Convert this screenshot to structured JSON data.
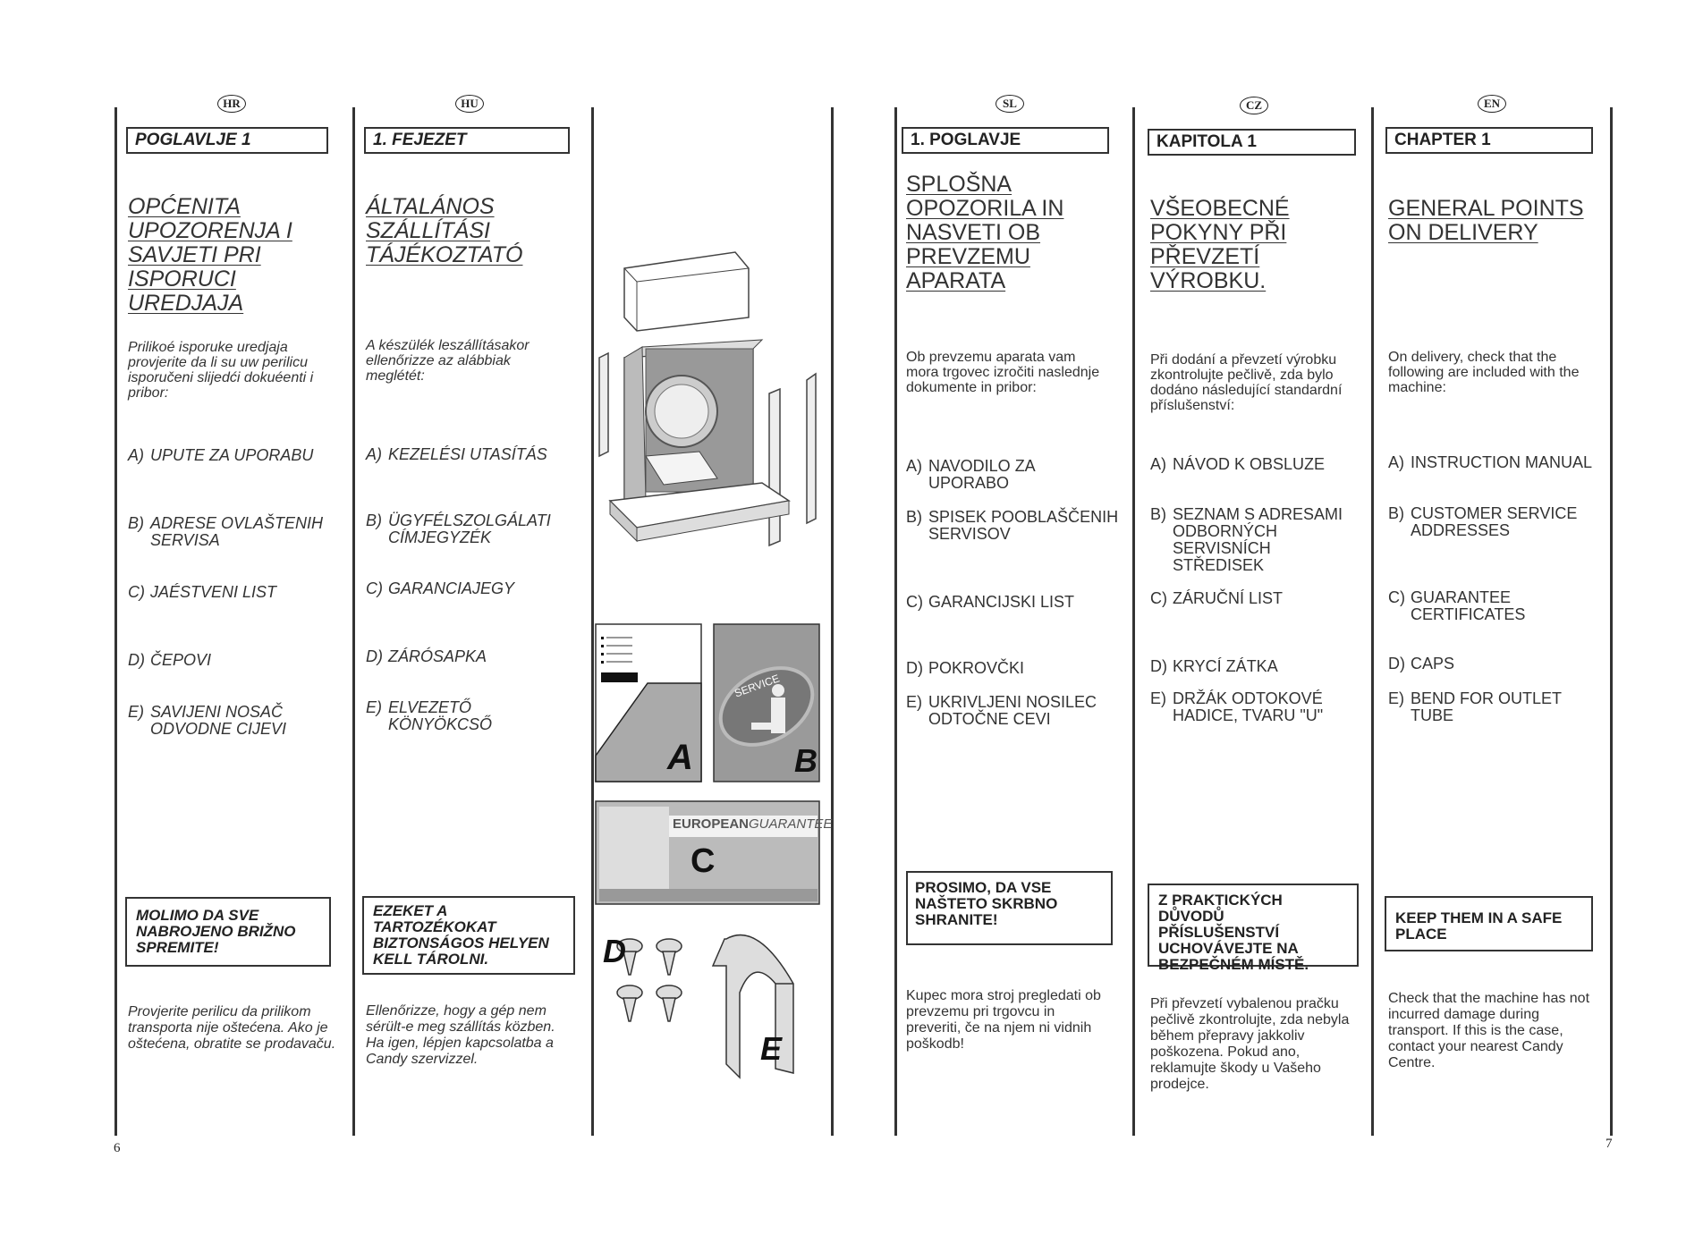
{
  "page_numbers": {
    "left": "6",
    "right": "7"
  },
  "columns": [
    {
      "lang": "HR",
      "chapter": "POGLAVLJE  1",
      "heading": "OPĆENITA UPOZORENJA I SAVJETI PRI ISPORUCI UREDJAJA",
      "intro": "Prilikoé isporuke uredjaja provjerite da li su uw perilicu isporučeni slijedći  dokuéenti i pribor:",
      "items": [
        {
          "letter": "A)",
          "text": "UPUTE ZA UPORABU"
        },
        {
          "letter": "B)",
          "text": "ADRESE OVLAŠTENIH SERVISA"
        },
        {
          "letter": "C)",
          "text": "JAÉSTVENI LIST"
        },
        {
          "letter": "D)",
          "text": "ČEPOVI"
        },
        {
          "letter": "E)",
          "text": "SAVIJENI NOSAČ ODVODNE CIJEVI"
        }
      ],
      "box": "MOLIMO DA SVE NABROJENO BRIŽNO SPREMITE!",
      "bottom": "Provjerite perilicu da prilikom transporta nije oštećena. Ako je oštećena, obratite se prodavaču."
    },
    {
      "lang": "HU",
      "chapter": "1. FEJEZET",
      "heading": "ÁLTALÁNOS SZÁLLÍTÁSI TÁJÉKOZTATÓ",
      "intro": "A készülék leszállításakor ellenőrizze az alábbiak meglétét:",
      "items": [
        {
          "letter": "A)",
          "text": "KEZELÉSI UTASÍTÁS"
        },
        {
          "letter": "B)",
          "text": "ÜGYFÉLSZOLGÁLATI CÍMJEGYZÉK"
        },
        {
          "letter": "C)",
          "text": "GARANCIAJEGY"
        },
        {
          "letter": "D)",
          "text": "ZÁRÓSAPKA"
        },
        {
          "letter": "E)",
          "text": "ELVEZETŐ KÖNYÖKCSŐ"
        }
      ],
      "box": "EZEKET A TARTOZÉKOKAT BIZTONSÁGOS HELYEN KELL TÁROLNI.",
      "bottom": "Ellenőrizze, hogy a gép nem sérült-e meg szállítás közben. Ha igen, lépjen kapcsolatba a Candy szervizzel."
    },
    {
      "lang": "SL",
      "chapter": "1. POGLAVJE",
      "heading": "SPLOŠNA OPOZORILA IN NASVETI OB PREVZEMU APARATA",
      "intro": "Ob prevzemu aparata vam mora trgovec izročiti naslednje dokumente in pribor:",
      "items": [
        {
          "letter": "A)",
          "text": "NAVODILO ZA UPORABO"
        },
        {
          "letter": "B)",
          "text": "SPISEK POOBLAŠČENIH SERVISOV"
        },
        {
          "letter": "C)",
          "text": "GARANCIJSKI LIST"
        },
        {
          "letter": "D)",
          "text": "POKROVČKI"
        },
        {
          "letter": "E)",
          "text": "UKRIVLJENI NOSILEC ODTOČNE CEVI"
        }
      ],
      "box": "PROSIMO, DA VSE NAŠTETO SKRBNO SHRANITE!",
      "bottom": "Kupec mora stroj pregledati ob prevzemu pri trgovcu in preveriti, če na njem ni vidnih poškodb!"
    },
    {
      "lang": "CZ",
      "chapter": "KAPITOLA 1",
      "heading": "VŠEOBECNÉ POKYNY PŘI PŘEVZETÍ VÝROBKU.",
      "intro": "Při dodání a převzetí výrobku zkontrolujte pečlivě, zda bylo dodáno následující standardní příslušenství:",
      "items": [
        {
          "letter": "A)",
          "text": "NÁVOD K OBSLUZE"
        },
        {
          "letter": "B)",
          "text": "SEZNAM S ADRESAMI ODBORNÝCH SERVISNÍCH STŘEDISEK"
        },
        {
          "letter": "C)",
          "text": "ZÁRUČNÍ LIST"
        },
        {
          "letter": "D)",
          "text": "KRYCÍ ZÁTKA"
        },
        {
          "letter": "E)",
          "text": "DRŽÁK ODTOKOVÉ HADICE, TVARU \"U\""
        }
      ],
      "box": "Z PRAKTICKÝCH DŮVODŮ PŘÍSLUŠENSTVÍ UCHOVÁVEJTE NA BEZPEČNÉM MÍSTĚ.",
      "bottom": "Při převzetí vybalenou pračku pečlivě zkontrolujte, zda nebyla během přepravy jakkoliv poškozena. Pokud ano, reklamujte škody u Vašeho prodejce."
    },
    {
      "lang": "EN",
      "chapter": "CHAPTER 1",
      "heading": "GENERAL POINTS ON DELIVERY",
      "intro": "On delivery, check that the following are included with the machine:",
      "items": [
        {
          "letter": "A)",
          "text": "INSTRUCTION MANUAL"
        },
        {
          "letter": "B)",
          "text": "CUSTOMER SERVICE ADDRESSES"
        },
        {
          "letter": "C)",
          "text": "GUARANTEE CERTIFICATES"
        },
        {
          "letter": "D)",
          "text": "CAPS"
        },
        {
          "letter": "E)",
          "text": "BEND FOR OUTLET TUBE"
        }
      ],
      "box": "KEEP THEM IN A SAFE PLACE",
      "bottom": "Check that the machine has not incurred damage during transport. If this is the case, contact your nearest Candy Centre."
    }
  ],
  "illustration": {
    "labels": {
      "a": "A",
      "b": "B",
      "c": "C",
      "d": "D",
      "e": "E"
    },
    "service_text": "SERVICE",
    "guarantee_bold": "EUROPEAN",
    "guarantee_light": "GUARANTEE"
  }
}
